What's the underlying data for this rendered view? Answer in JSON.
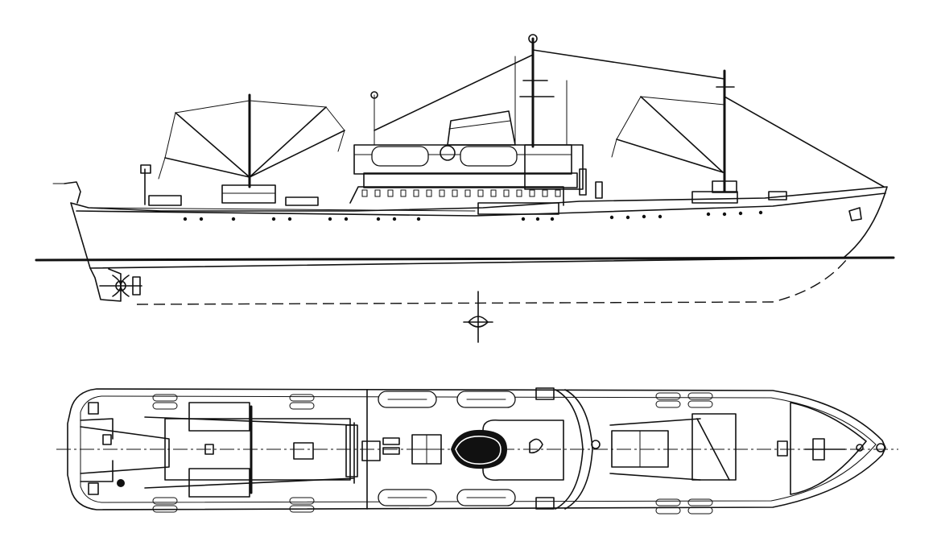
{
  "drawing": {
    "views": [
      {
        "id": "profile",
        "kind": "side-elevation"
      },
      {
        "id": "plan",
        "kind": "deck-plan"
      }
    ],
    "colors": {
      "line": "#111111",
      "paper": "#ffffff"
    }
  }
}
